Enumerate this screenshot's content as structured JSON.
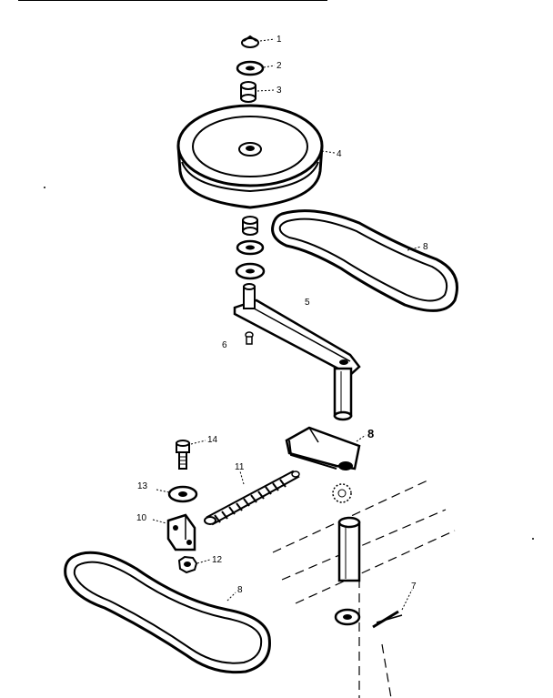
{
  "callouts": {
    "p1": "1",
    "p2": "2",
    "p3": "3",
    "p4": "4",
    "p5": "5",
    "p6": "6",
    "p7": "7",
    "p8a": "8",
    "p8b": "8",
    "p8c": "8",
    "p10": "10",
    "p11": "11",
    "p12": "12",
    "p13": "13",
    "p14": "14"
  }
}
